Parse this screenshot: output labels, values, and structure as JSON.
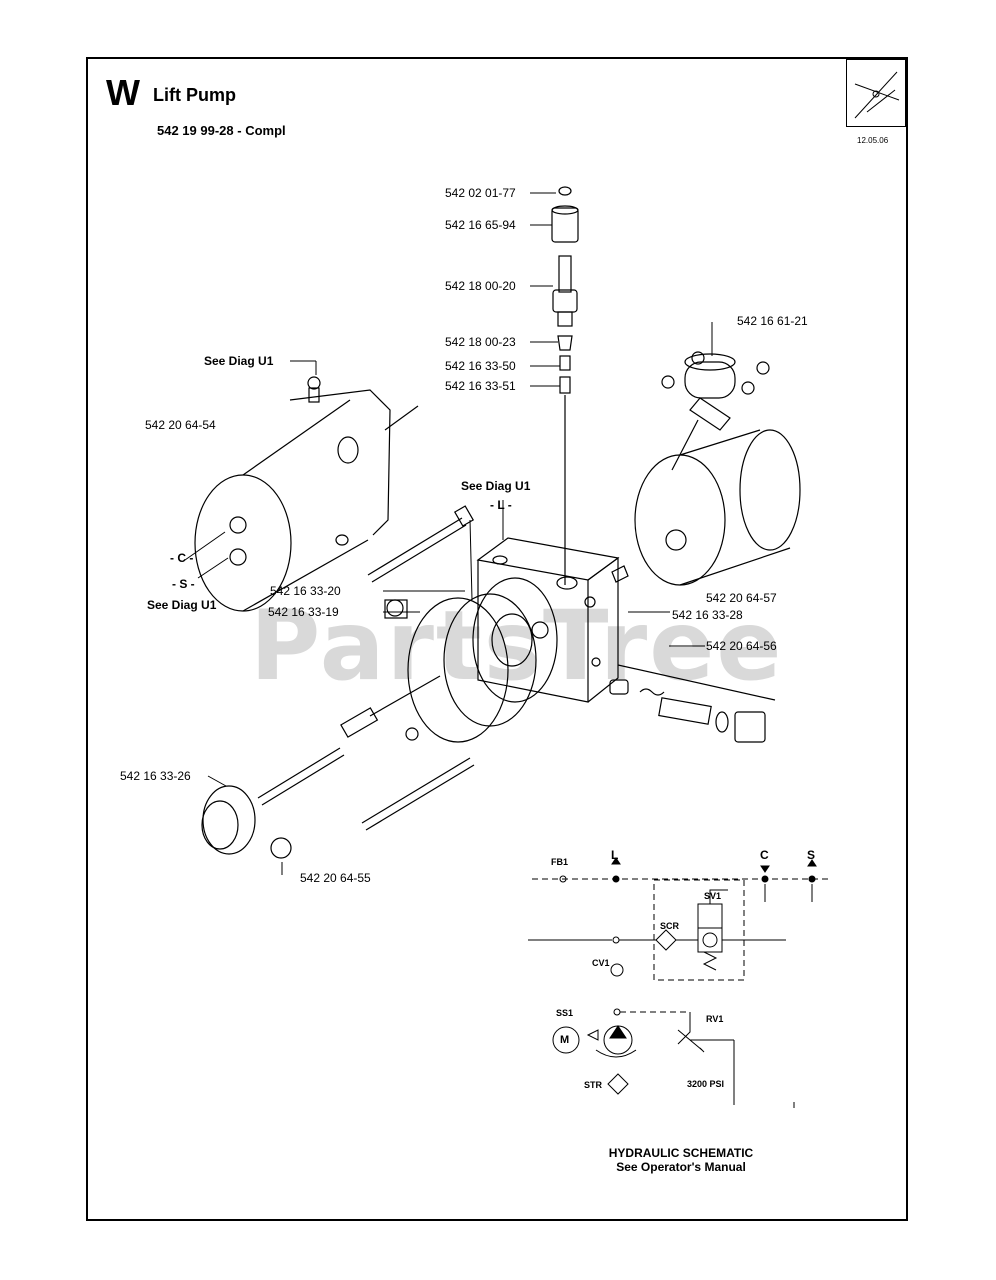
{
  "header": {
    "section_letter": "W",
    "title": "Lift Pump",
    "assembly_number": "542 19 99-28",
    "assembly_suffix": "Compl",
    "date": "12.05.06"
  },
  "watermark": "PartsTree",
  "parts": [
    {
      "id": "p1",
      "label": "542 02 01-77"
    },
    {
      "id": "p2",
      "label": "542 16 65-94"
    },
    {
      "id": "p3",
      "label": "542 18 00-20"
    },
    {
      "id": "p4",
      "label": "542 18 00-23"
    },
    {
      "id": "p5",
      "label": "542 16 33-50"
    },
    {
      "id": "p6",
      "label": "542 16 33-51"
    },
    {
      "id": "p7",
      "label": "542 16 61-21"
    },
    {
      "id": "p8",
      "label": "542 20 64-54"
    },
    {
      "id": "p9",
      "label": "542 20 64-57"
    },
    {
      "id": "p10",
      "label": "542 16 33-20"
    },
    {
      "id": "p11",
      "label": "542 16 33-19"
    },
    {
      "id": "p12",
      "label": "542 16 33-28"
    },
    {
      "id": "p13",
      "label": "542 20 64-56"
    },
    {
      "id": "p14",
      "label": "542 16 33-26"
    },
    {
      "id": "p15",
      "label": "542 20 64-55"
    }
  ],
  "references": {
    "see_diag_top": "See Diag U1",
    "see_diag_middle": "See Diag U1",
    "see_diag_left": "See Diag U1",
    "port_l": "- L -",
    "port_c": "- C -",
    "port_s": "- S -"
  },
  "schematic": {
    "fb1": "FB1",
    "l": "L",
    "c": "C",
    "s": "S",
    "sv1": "SV1",
    "scr": "SCR",
    "cv1": "CV1",
    "ss1": "SS1",
    "m": "M",
    "rv1": "RV1",
    "str": "STR",
    "psi": "3200 PSI",
    "caption_line1": "HYDRAULIC SCHEMATIC",
    "caption_line2": "See Operator's Manual"
  }
}
